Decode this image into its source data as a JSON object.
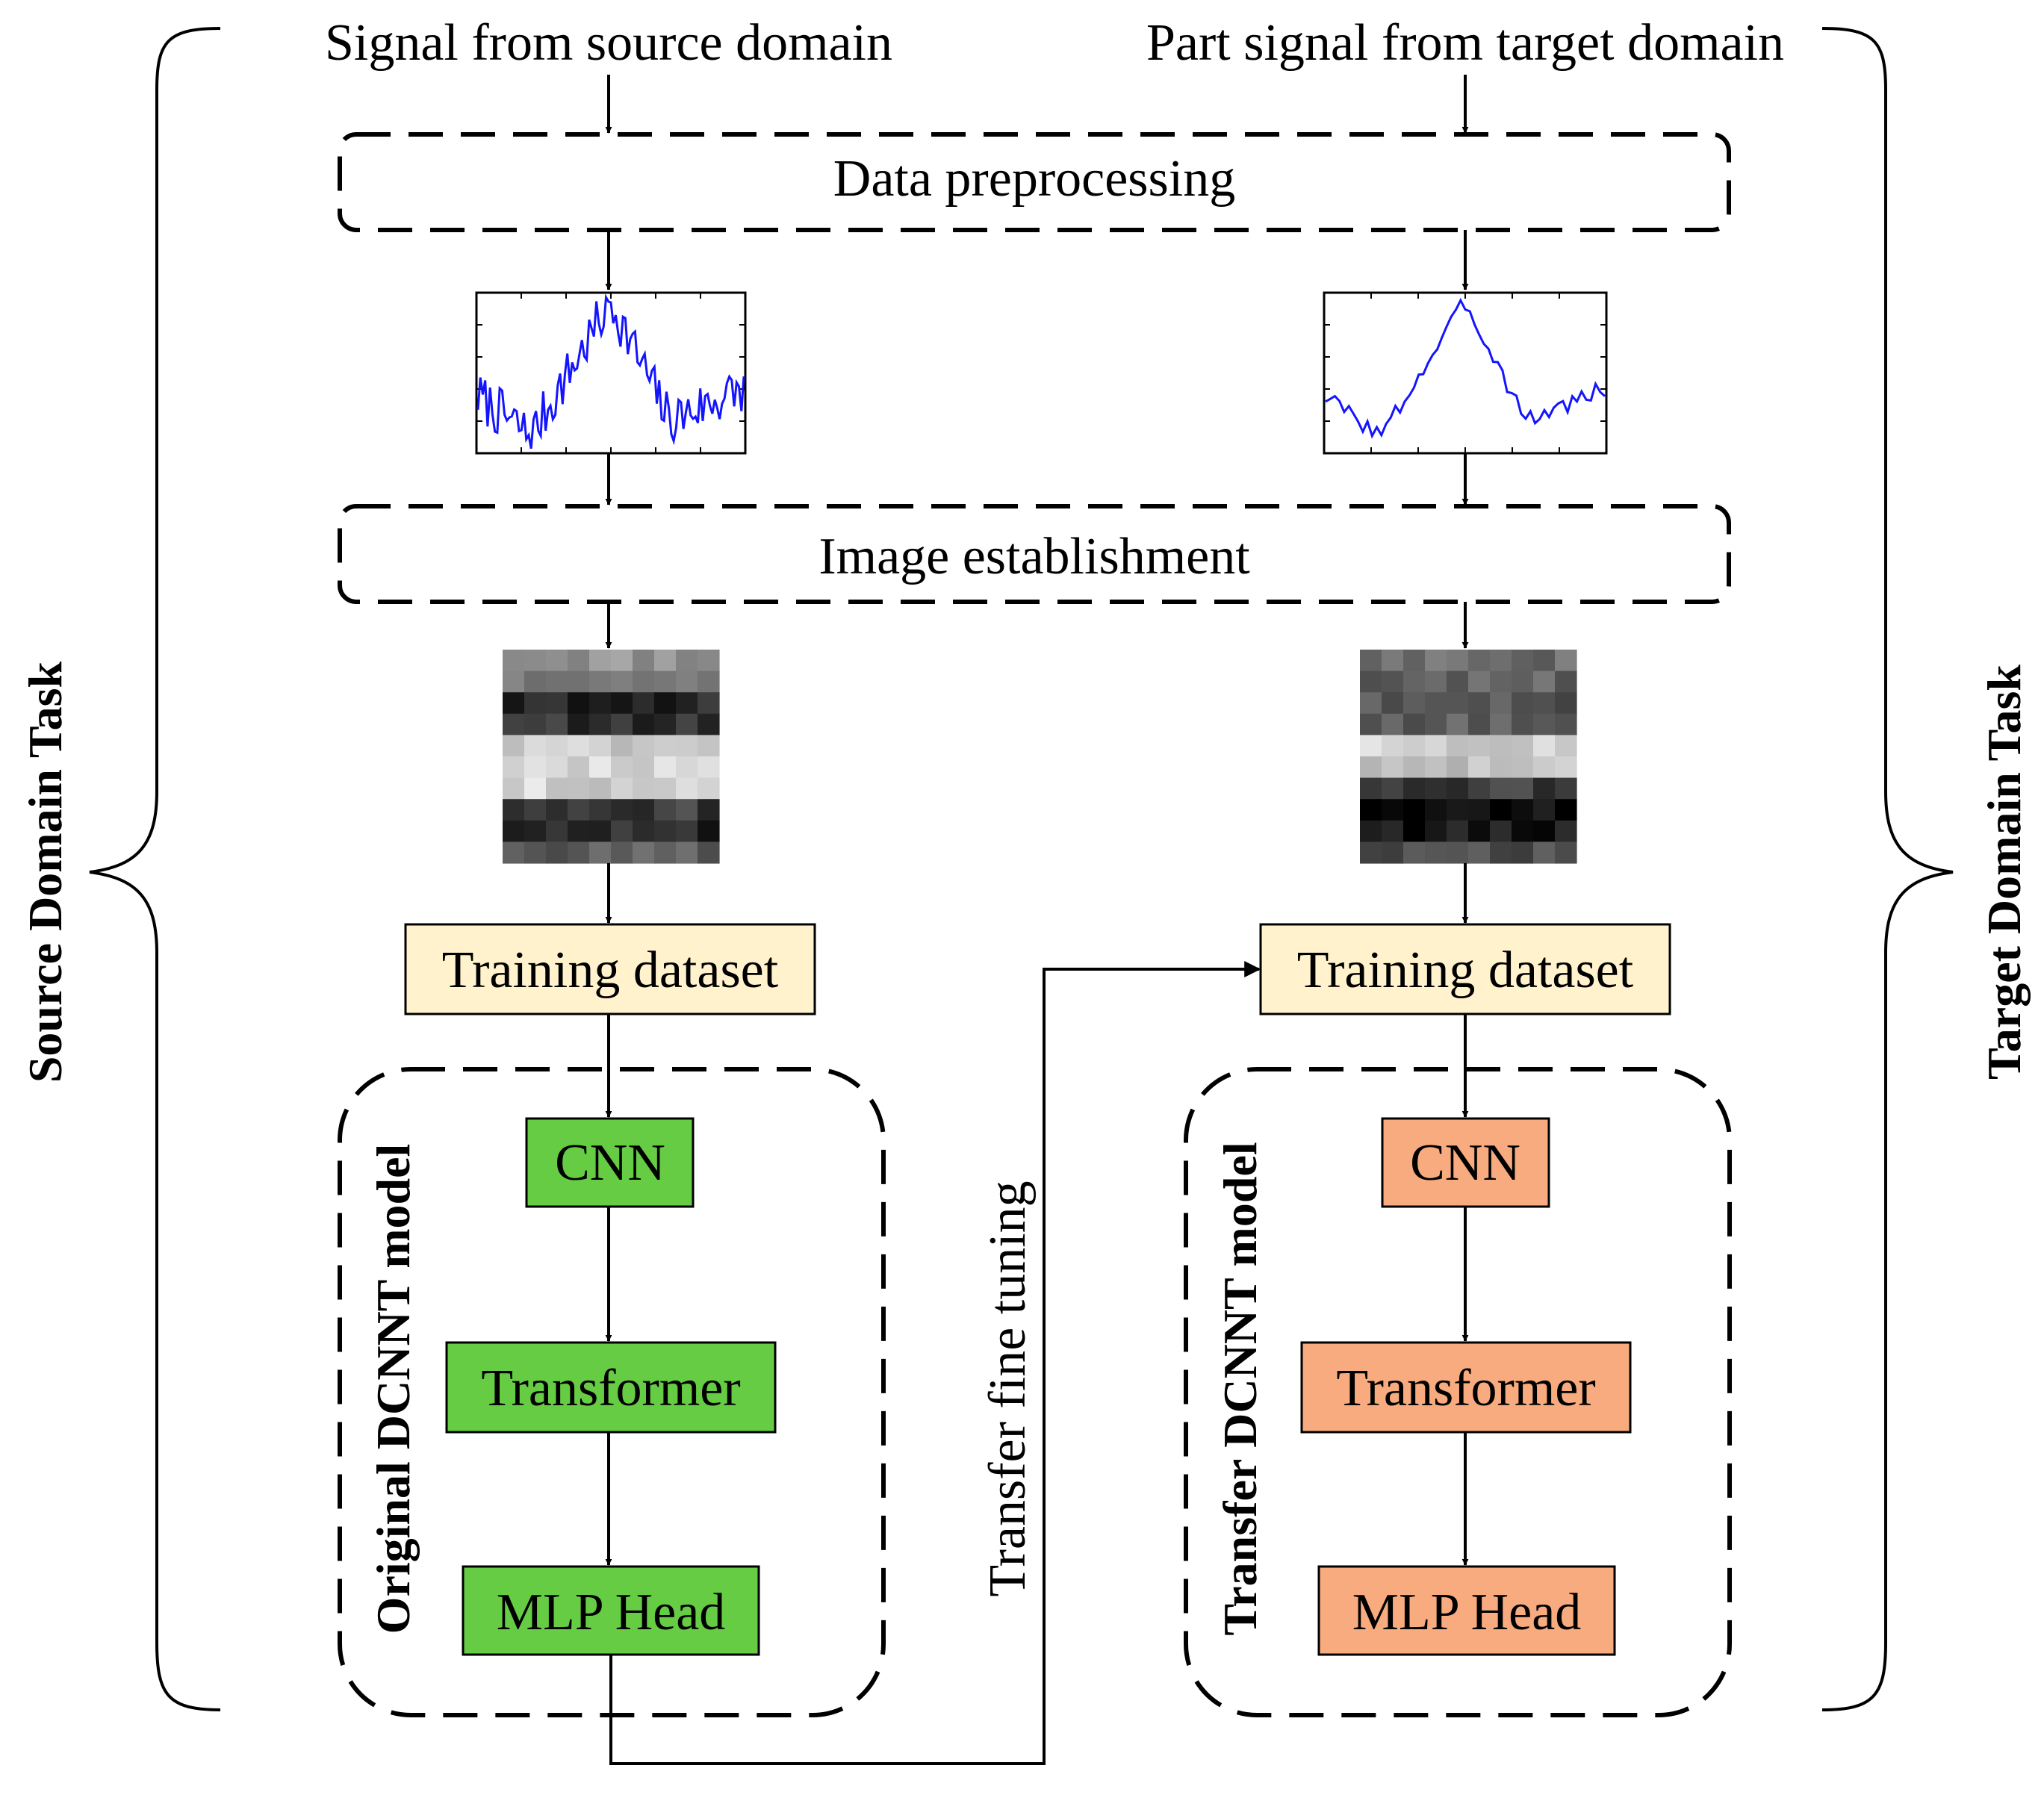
{
  "inputs": {
    "source": "Signal from source domain",
    "target": "Part signal from target domain"
  },
  "stages": {
    "preprocessing": "Data preprocessing",
    "image_establishment": "Image establishment"
  },
  "source": {
    "training_dataset": "Training dataset",
    "model_label": "Original DCNNT model",
    "blocks": [
      "CNN",
      "Transformer",
      "MLP Head"
    ]
  },
  "target": {
    "training_dataset": "Training dataset",
    "model_label": "Transfer DCNNT model",
    "blocks": [
      "CNN",
      "Transformer",
      "MLP Head"
    ]
  },
  "transfer_label": "Transfer fine tuning",
  "sides": {
    "left": "Source Domain Task",
    "right": "Target Domain Task"
  },
  "colors": {
    "dataset_fill": "#fff2cc",
    "source_block": "#66cc44",
    "target_block": "#f7ab7e",
    "signal_line": "#1414ff"
  }
}
